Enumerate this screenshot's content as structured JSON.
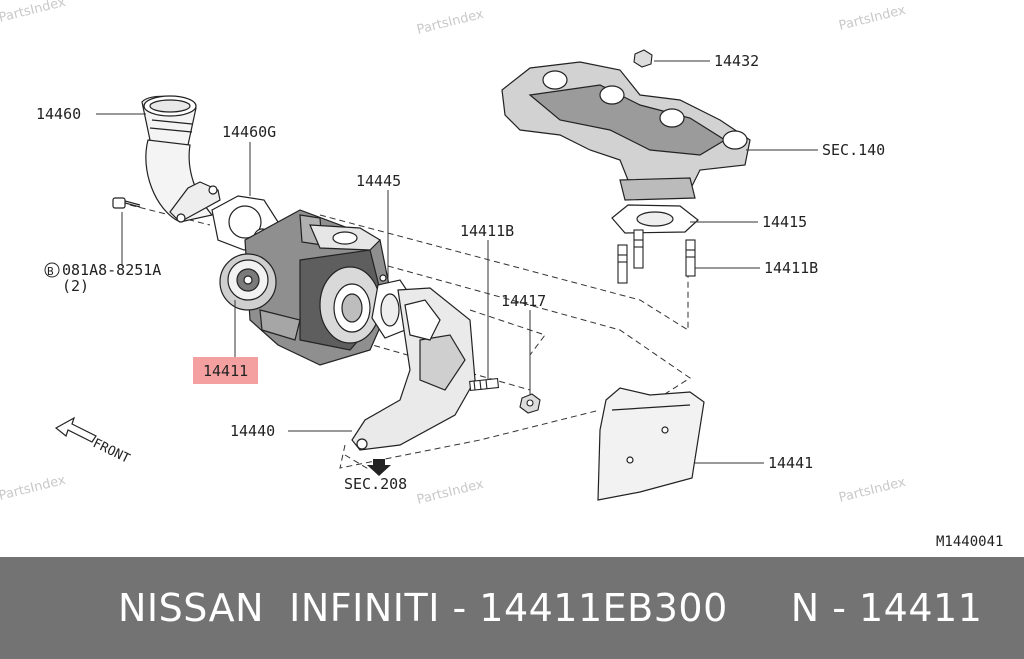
{
  "watermark": "PartsIndex",
  "diagram_code": "M1440041",
  "labels": {
    "p14460": "14460",
    "p14460g": "14460G",
    "p14445": "14445",
    "p14411b_top": "14411B",
    "p14432": "14432",
    "sec140": "SEC.140",
    "p14415": "14415",
    "p14411b_right": "14411B",
    "p14417": "14417",
    "bolt_code": "081A8-8251A",
    "bolt_qty": "(2)",
    "bolt_circle": "B",
    "p14411": "14411",
    "p14440": "14440",
    "p14441": "14441",
    "sec208": "SEC.208",
    "front": "FRONT"
  },
  "highlight_color": "#f4a0a0",
  "footer": {
    "brand": "NISSAN  INFINITI - 14411EB300",
    "ref": "N - 14411"
  }
}
